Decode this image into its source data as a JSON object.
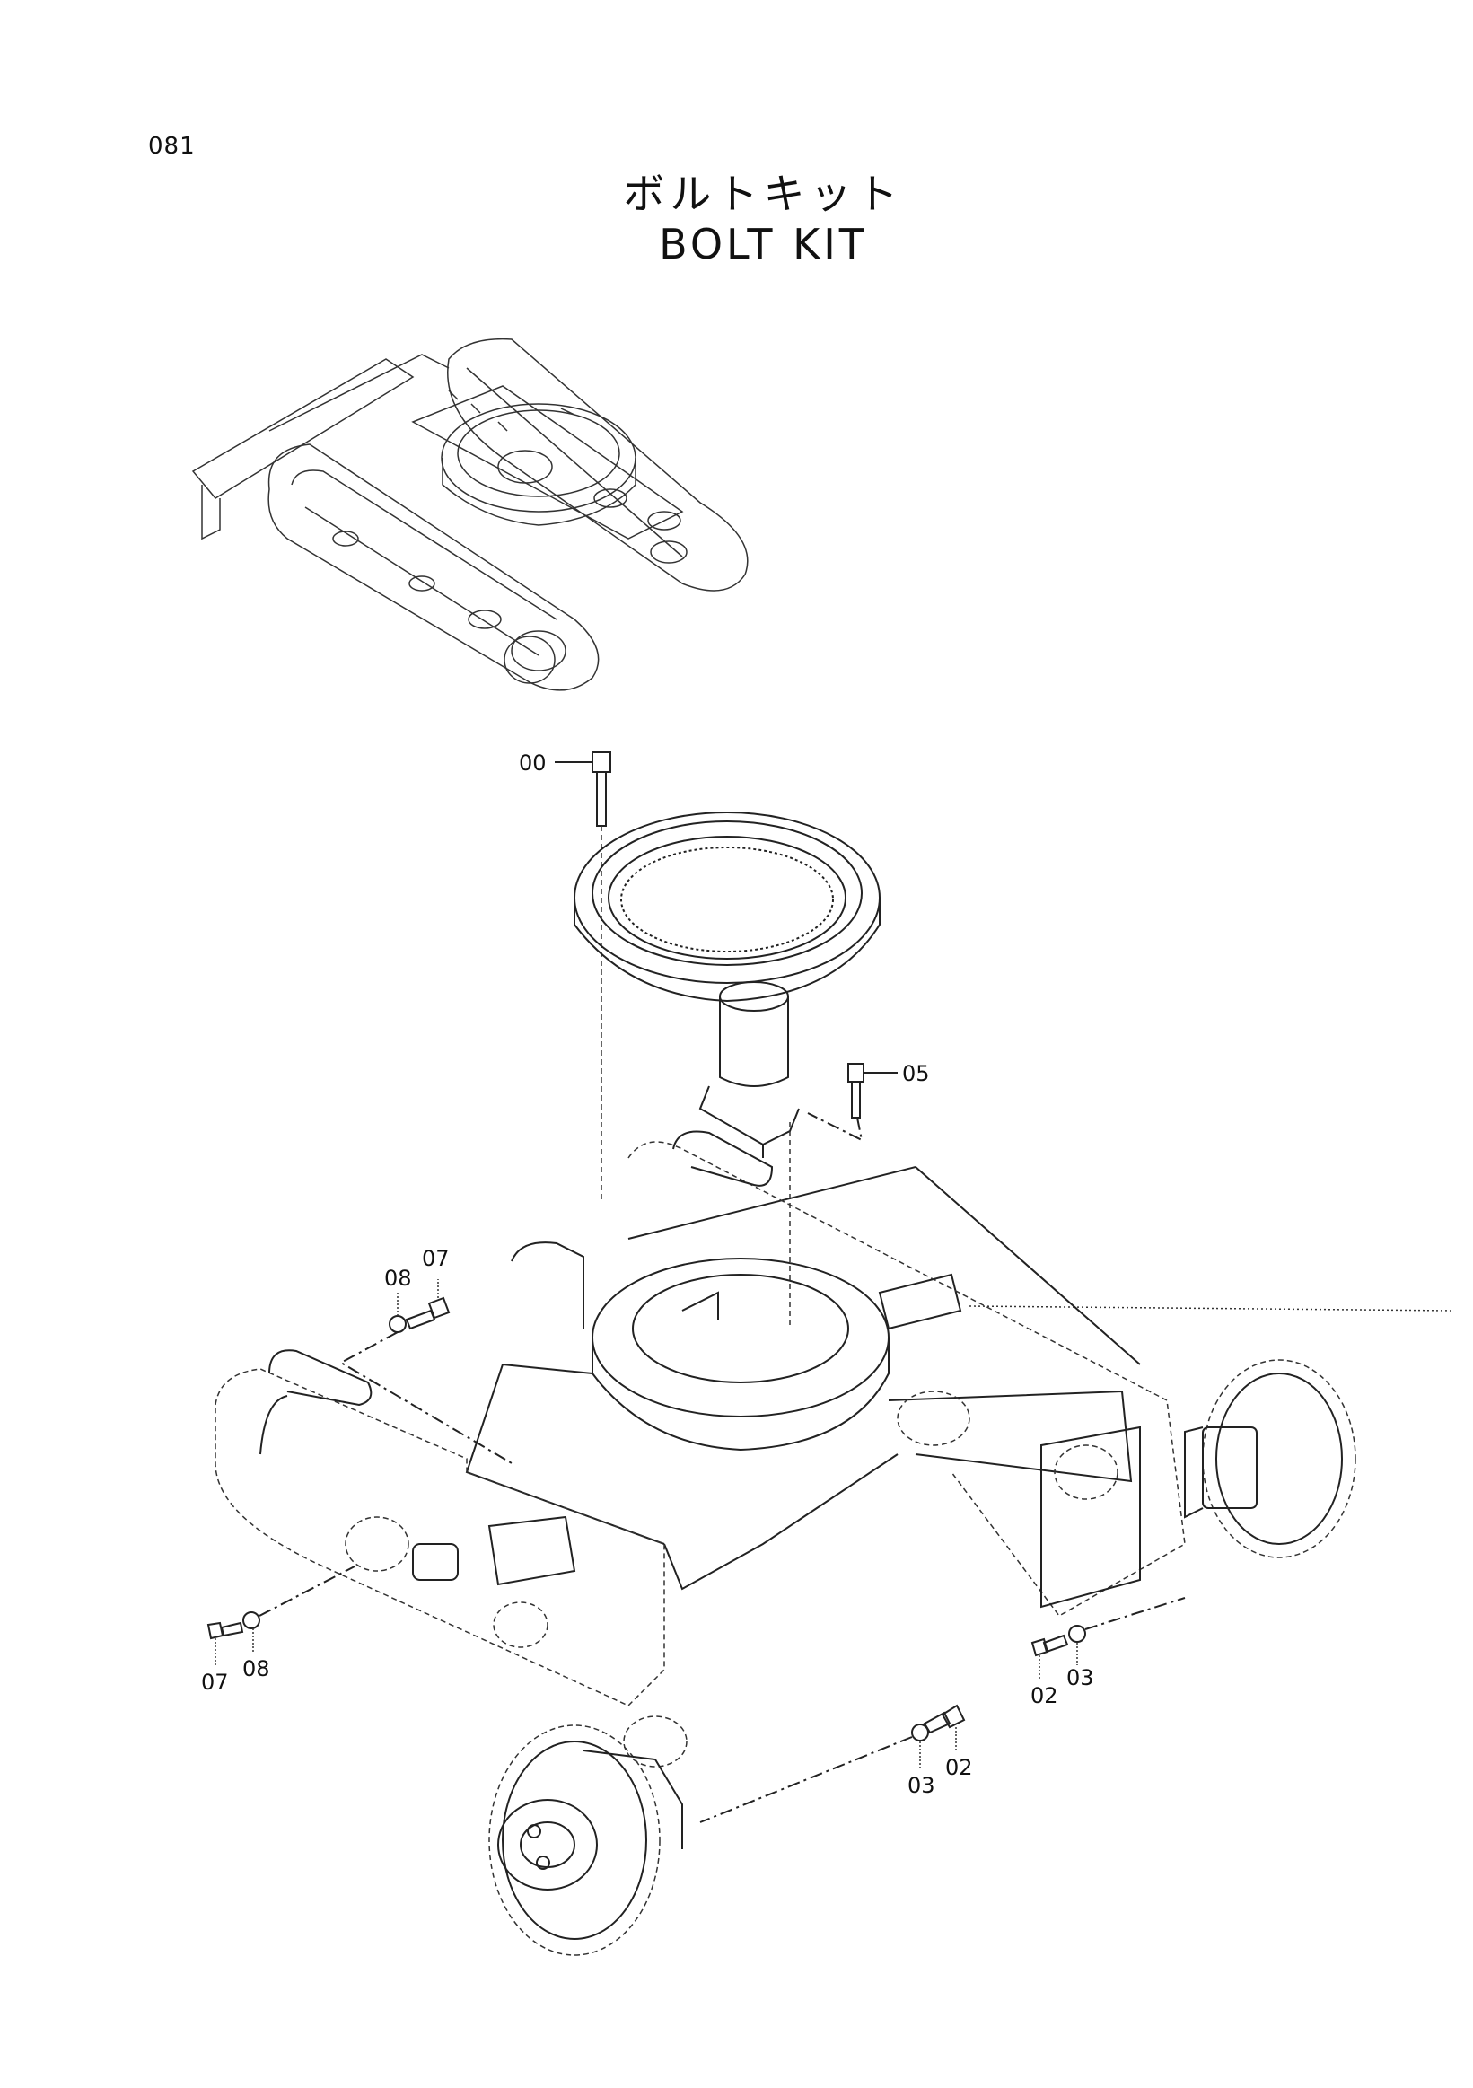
{
  "page_number": "081",
  "title_jp": "ボルトキット",
  "title_en": "BOLT  KIT",
  "callouts": {
    "c00": "00",
    "c05": "05",
    "c08_top": "08",
    "c07_top": "07",
    "c07_left": "07",
    "c08_left": "08",
    "c02_right": "02",
    "c03_right": "03",
    "c03_center": "03",
    "c02_center": "02"
  }
}
